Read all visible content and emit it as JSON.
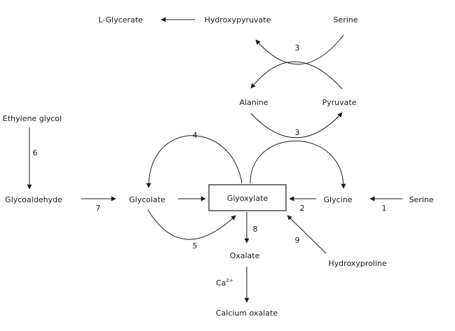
{
  "nodes": {
    "l_glycerate": "L-Glycerate",
    "hydroxypyruvate": "Hydroxypyruvate",
    "serine_top": "Serine",
    "alanine": "Alanine",
    "pyruvate": "Pyruvate",
    "ethylene_glycol": "Ethylene glycol",
    "glycoaldehyde": "Glycoaldehyde",
    "glycolate": "Glycolate",
    "glyoxylate": "Glyoxylate",
    "glycine": "Glycine",
    "serine_right": "Serine",
    "oxalate": "Oxalate",
    "hydroxyproline": "Hydroxyproline",
    "calcium": "Ca",
    "calcium_charge": "2+",
    "calcium_oxalate": "Calcium oxalate"
  },
  "enzymes": {
    "e3_top": "3",
    "e3_mid": "3",
    "e4": "4",
    "e6": "6",
    "e7": "7",
    "e5": "5",
    "e8": "8",
    "e9": "9",
    "e2": "2",
    "e1": "1"
  },
  "colors": {
    "ink": "#1a1a1a",
    "background": "#ffffff"
  }
}
